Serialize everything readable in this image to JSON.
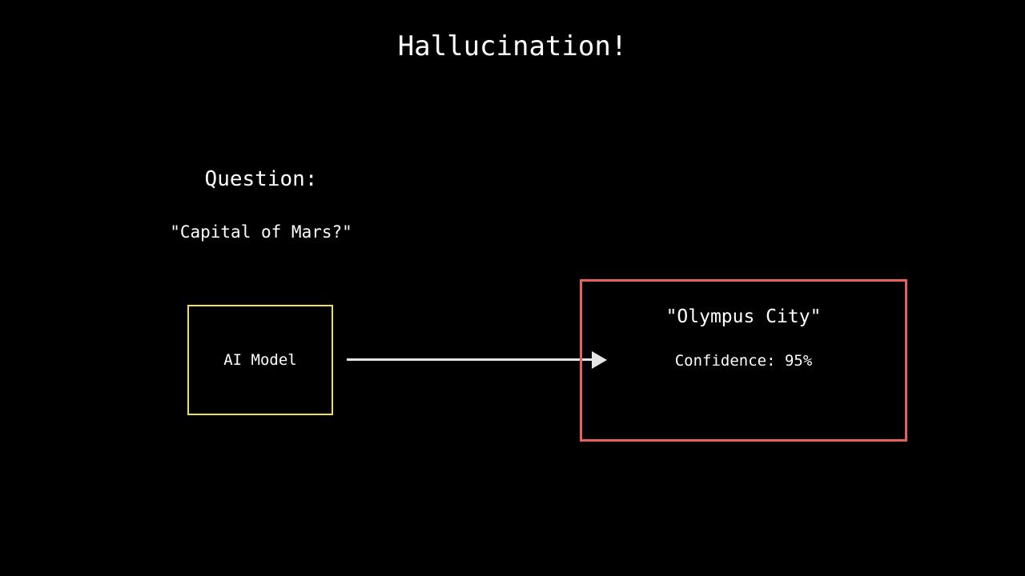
{
  "slide": {
    "title": "Hallucination!"
  },
  "question": {
    "heading": "Question:",
    "text": "\"Capital of Mars?\""
  },
  "model": {
    "label": "AI Model",
    "border_color": "#f1e05a"
  },
  "answer": {
    "text": "\"Olympus City\"",
    "confidence": "Confidence: 95%",
    "border_color": "#e5635a"
  },
  "arrow": {
    "color": "#e6e6e6"
  }
}
